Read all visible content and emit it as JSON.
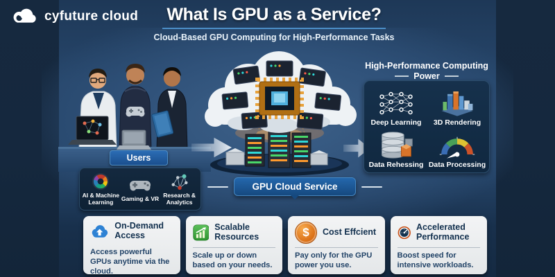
{
  "brand": {
    "logo_text": "cyfuture cloud"
  },
  "header": {
    "title": "What Is GPU as a Service?",
    "subtitle": "Cloud-Based GPU Computing for High-Performance Tasks"
  },
  "users_section": {
    "label": "Users",
    "items": [
      {
        "label": "AI & Machine Learning",
        "icon": "ai-ml-icon"
      },
      {
        "label": "Gaming & VR",
        "icon": "gamepad-icon"
      },
      {
        "label": "Research & Analytics",
        "icon": "research-network-icon"
      }
    ]
  },
  "center": {
    "badge_label": "GPU Cloud Service"
  },
  "hpc_section": {
    "title_line1": "High-Performance Computing",
    "title_line2": "Power",
    "items": [
      {
        "label": "Deep Learning",
        "icon": "deep-learning-icon"
      },
      {
        "label": "3D Rendering",
        "icon": "3d-rendering-icon"
      },
      {
        "label": "Data Rehessing",
        "icon": "data-storage-icon"
      },
      {
        "label": "Data Processing",
        "icon": "gauge-icon"
      }
    ]
  },
  "benefits": [
    {
      "title": "On-Demand Access",
      "desc": "Access powerful GPUs anytime via the cloud.",
      "icon": "cloud-upload-icon"
    },
    {
      "title": "Scalable Resources",
      "desc": "Scale up or down based on your needs.",
      "icon": "growth-chart-icon"
    },
    {
      "title": "Cost Effcient",
      "desc": "Pay only for the GPU power you use.",
      "icon": "dollar-coin-icon",
      "icon_glyph": "$"
    },
    {
      "title": "Accelerated Performance",
      "desc": "Boost speed for intensive workloads.",
      "icon": "speedometer-icon"
    }
  ],
  "colors": {
    "background": "#15283e",
    "stage_blue": "#2e5078",
    "accent_blue": "#2166ab",
    "card_bg": "#e9ebed",
    "card_title": "#13304d",
    "benefit_blue": "#2e82d4",
    "benefit_green": "#3fa43e",
    "benefit_orange": "#e0761a",
    "benefit_navy": "#14334f"
  }
}
